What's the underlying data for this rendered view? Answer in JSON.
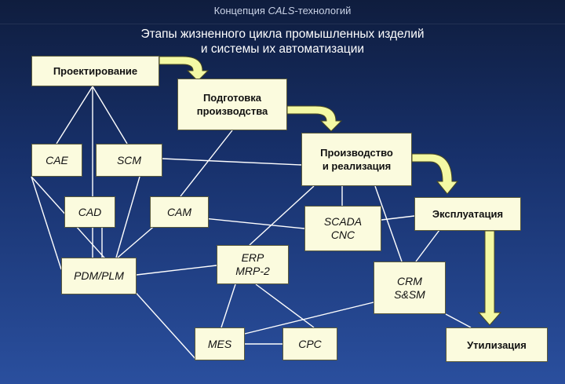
{
  "header": {
    "prefix": "Концепция ",
    "emph": "CALS",
    "suffix": "-технологий"
  },
  "title": {
    "line1": "Этапы жизненного цикла промышленных изделий",
    "line2": "и системы их автоматизации"
  },
  "colors": {
    "node_fill": "#fbfbde",
    "arrow_fill": "#f4f9a4",
    "link_line": "#ffffff",
    "background_top": "#0f1d3e",
    "background_bottom": "#2a4f9e"
  },
  "nodes": {
    "design": "Проектирование",
    "prep_line1": "Подготовка",
    "prep_line2": "производства",
    "prod_line1": "Производство",
    "prod_line2": "и реализация",
    "operation": "Эксплуатация",
    "disposal": "Утилизация",
    "cae": "CAE",
    "scm": "SCM",
    "cad": "CAD",
    "cam": "CAM",
    "scada_line1": "SCADA",
    "scada_line2": "CNC",
    "erp_line1": "ERP",
    "erp_line2": "MRP-2",
    "pdm": "PDM/PLM",
    "crm_line1": "CRM",
    "crm_line2": "S&SM",
    "mes": "MES",
    "cpc": "CPC"
  }
}
